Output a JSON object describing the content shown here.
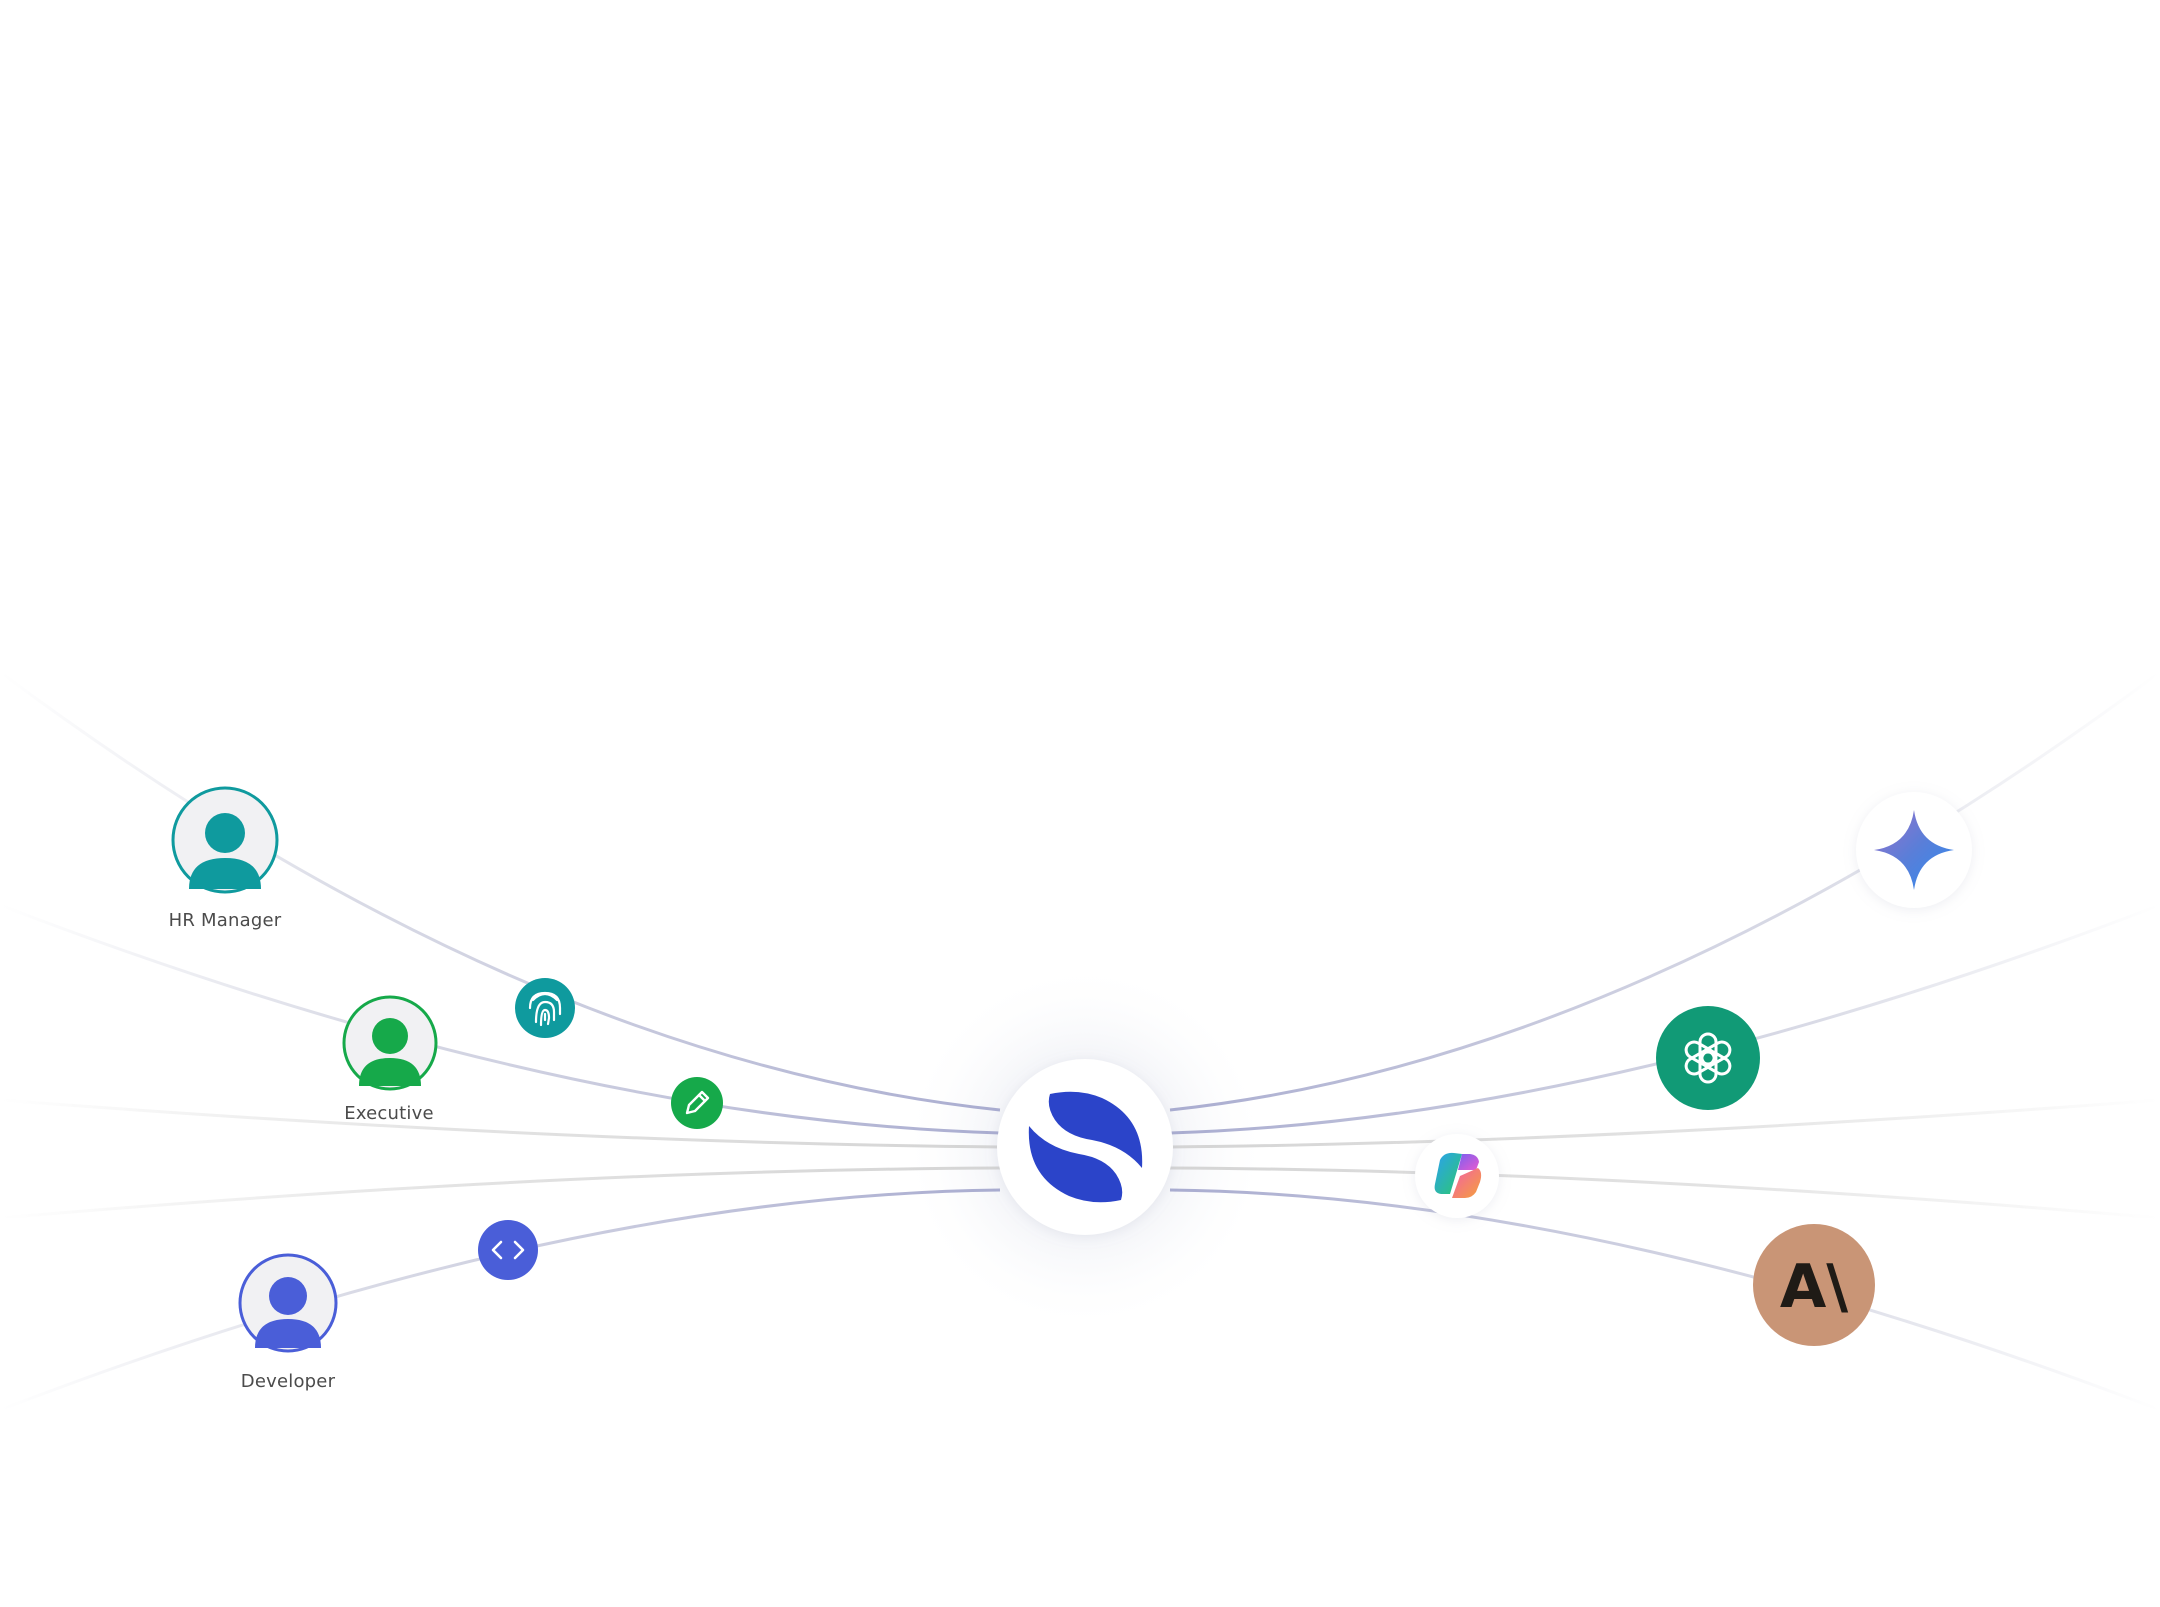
{
  "roles": [
    {
      "key": "hr-manager",
      "label": "HR Manager",
      "color": "#0f9a9e",
      "icon": "person-icon"
    },
    {
      "key": "executive",
      "label": "Executive",
      "color": "#16a94a",
      "icon": "person-icon"
    },
    {
      "key": "developer",
      "label": "Developer",
      "color": "#4a5ed8",
      "icon": "person-icon"
    }
  ],
  "connectors": [
    {
      "key": "fingerprint",
      "icon": "fingerprint-icon",
      "color": "#0f9a9e"
    },
    {
      "key": "edit",
      "icon": "pencil-icon",
      "color": "#16a94a"
    },
    {
      "key": "code",
      "icon": "code-brackets-icon",
      "color": "#4a5ed8"
    }
  ],
  "hub": {
    "icon": "s-logo-icon",
    "color": "#2b44c9"
  },
  "ai_providers": [
    {
      "key": "gemini",
      "icon": "gemini-sparkle-icon"
    },
    {
      "key": "openai",
      "icon": "openai-logo-icon",
      "color": "#119a76"
    },
    {
      "key": "copilot",
      "icon": "copilot-logo-icon"
    },
    {
      "key": "anthropic",
      "icon": "anthropic-logo-icon",
      "color": "#c99576",
      "text": "A\\"
    }
  ]
}
